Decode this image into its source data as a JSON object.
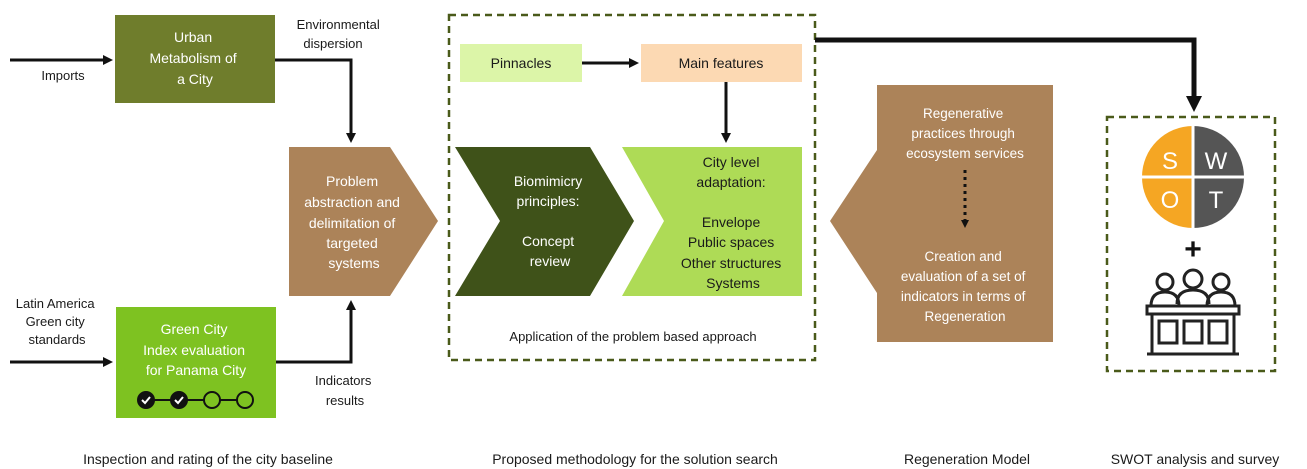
{
  "colors": {
    "olive": "#6f7d2c",
    "brown": "#ac8359",
    "dark_green": "#3f5219",
    "light_green": "#aedb56",
    "bright_green": "#7ec221",
    "pale_green": "#dcf5a8",
    "peach": "#fcd9b3",
    "swot_orange": "#f5a623",
    "swot_grey": "#555555",
    "dashed_border": "#4a5a1a"
  },
  "inputs": {
    "imports": "Imports",
    "latin_america": [
      "Latin America",
      "Green city",
      "standards"
    ]
  },
  "boxes": {
    "urban_metabolism": [
      "Urban",
      "Metabolism of",
      "a City"
    ],
    "green_city_index": [
      "Green City",
      "Index evaluation",
      "for Panama City"
    ],
    "problem_abstraction": [
      "Problem",
      "abstraction and",
      "delimitation of",
      "targeted",
      "systems"
    ],
    "pinnacles": "Pinnacles",
    "main_features": "Main features",
    "biomimicry": [
      "Biomimicry",
      "principles:",
      "",
      "Concept",
      "review"
    ],
    "city_level": [
      "City level",
      "adaptation:",
      "",
      "Envelope",
      "Public spaces",
      "Other structures",
      "Systems"
    ],
    "regeneration_top": [
      "Regenerative",
      "practices through",
      "ecosystem services"
    ],
    "regeneration_bottom": [
      "Creation and",
      "evaluation of a set of",
      "indicators in terms of",
      "Regeneration"
    ]
  },
  "labels": {
    "environmental_dispersion": [
      "Environmental",
      "dispersion"
    ],
    "indicators_results": [
      "Indicators",
      "results"
    ],
    "application": "Application of the problem based approach"
  },
  "swot": {
    "s": "S",
    "w": "W",
    "o": "O",
    "t": "T",
    "plus": "+"
  },
  "progress": {
    "completed": 2,
    "total": 4
  },
  "captions": {
    "section1": "Inspection and rating of the city baseline",
    "section2": "Proposed methodology for the solution search",
    "section3": "Regeneration Model",
    "section4": "SWOT analysis and survey"
  }
}
